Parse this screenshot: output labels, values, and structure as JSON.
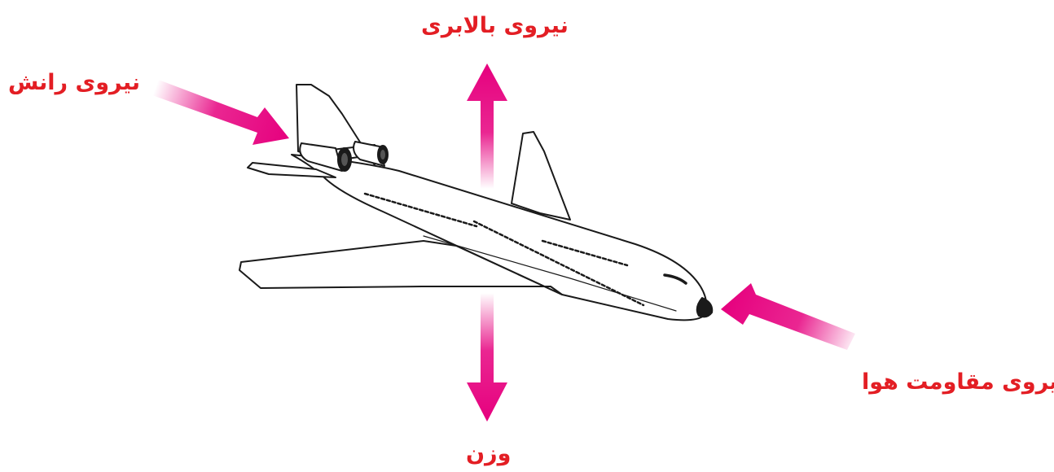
{
  "labels": {
    "lift": "نیروی بالابری",
    "thrust": "نیروی رانش",
    "drag": "نیروی مقاومت هوا",
    "weight": "وزن"
  },
  "colors": {
    "arrow": "#e6007e",
    "label_text": "#e31e24",
    "outline": "#1a1a1a",
    "fill": "#ffffff"
  }
}
